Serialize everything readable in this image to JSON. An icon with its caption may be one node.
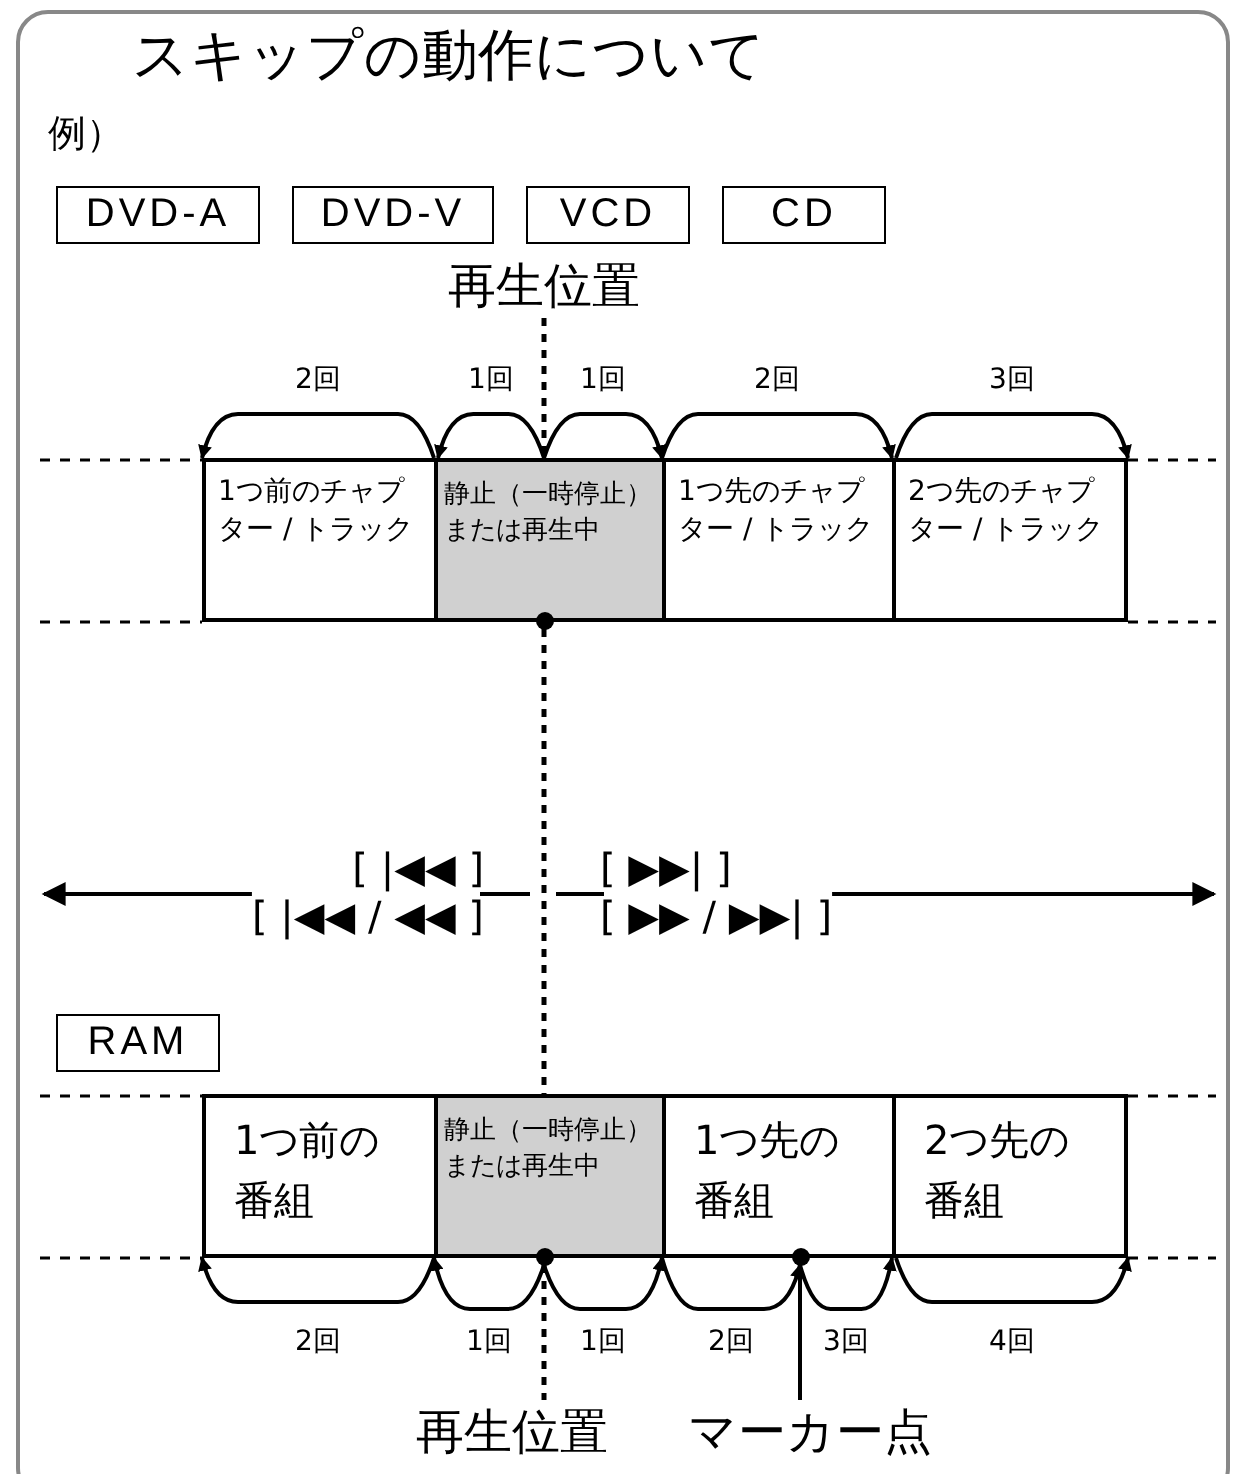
{
  "diagram": {
    "title": "スキップの動作について",
    "nodes": [
      {
        "text": [
          "DVD-A"
        ]
      },
      {
        "text": [
          "DVD-V"
        ]
      },
      {
        "text": [
          "VCD"
        ]
      },
      {
        "text": [
          "CD"
        ]
      },
      {
        "text": [
          "再生位置"
        ]
      },
      {
        "text": [
          "1つ前のチャプター / トラック"
        ]
      },
      {
        "text": [
          "静止（一時停止）または再生中"
        ]
      },
      {
        "text": [
          "1つ先のチャプター / トラック"
        ]
      },
      {
        "text": [
          "2つ先のチャプター / トラック"
        ]
      },
      {
        "text": [],
        "shape": "circle"
      },
      {
        "text": [
          "RAM"
        ]
      },
      {
        "text": [
          "1つ前の番組"
        ]
      },
      {
        "text": [
          "静止（一時停止）または再生中"
        ]
      },
      {
        "text": [
          "1つ先の番組"
        ]
      },
      {
        "text": [
          "2つ先の番組"
        ]
      },
      {
        "text": [],
        "shape": "circle"
      },
      {
        "text": [],
        "shape": "circle"
      },
      {
        "text": [
          "再生位置"
        ]
      },
      {
        "text": [
          "マーカー点"
        ]
      },
      {
        "text": [
          "[ |◀◀ ]",
          "[ |◀◀ / ◀◀ ]"
        ]
      },
      {
        "text": [
          "[ ▶▶| ]",
          "[ ▶▶ / ▶▶| ]"
        ]
      }
    ],
    "edges": [
      {
        "from": 4,
        "to": 6,
        "arrow": "none",
        "style": "dashed"
      },
      {
        "from": 6,
        "to": 5,
        "arrow": "to",
        "label": "1回"
      },
      {
        "from": 6,
        "to": 5,
        "arrow": "to",
        "label": "2回"
      },
      {
        "from": 6,
        "to": 7,
        "arrow": "to",
        "label": "1回"
      },
      {
        "from": 7,
        "to": 8,
        "arrow": "to",
        "label": "2回"
      },
      {
        "from": 7,
        "to": 8,
        "arrow": "to",
        "label": "3回"
      },
      {
        "from": 9,
        "to": 12,
        "arrow": "none",
        "style": "dashed"
      },
      {
        "from": 19,
        "to": null,
        "arrow": "to"
      },
      {
        "from": 20,
        "to": null,
        "arrow": "to"
      },
      {
        "from": 12,
        "to": 11,
        "arrow": "to",
        "label": "2回"
      },
      {
        "from": 15,
        "to": 12,
        "arrow": "to",
        "label": "1回"
      },
      {
        "from": 15,
        "to": 13,
        "arrow": "to",
        "label": "1回"
      },
      {
        "from": 13,
        "to": 16,
        "arrow": "to",
        "label": "2回"
      },
      {
        "from": 16,
        "to": 14,
        "arrow": "to",
        "label": "3回"
      },
      {
        "from": 13,
        "to": 14,
        "arrow": "to",
        "label": "4回"
      },
      {
        "from": 15,
        "to": 17,
        "arrow": "none",
        "style": "dashed"
      },
      {
        "from": 18,
        "to": 16,
        "arrow": "none"
      }
    ],
    "labels": [
      "例）"
    ]
  }
}
